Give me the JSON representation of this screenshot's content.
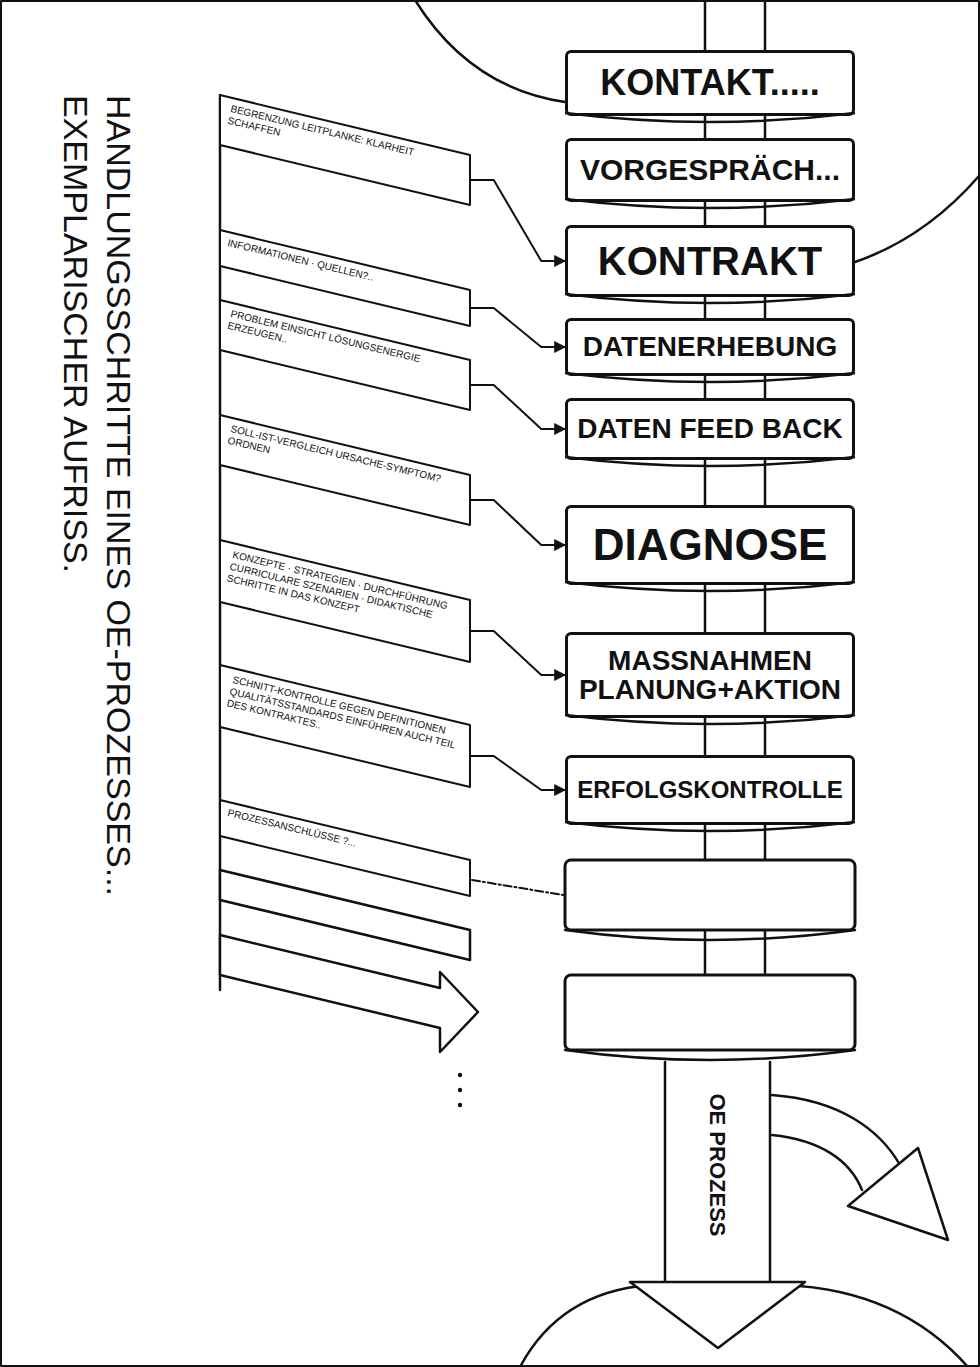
{
  "diagram": {
    "title": "HANDLUNGSSCHRITTE EINES OE-PROZESSES... EXEMPLARISCHER AUFRISS.",
    "nodes": [
      {
        "text": [
          "KONTAKT....."
        ]
      },
      {
        "text": [
          "VORGESPRÄCH..."
        ]
      },
      {
        "text": [
          "KONTRAKT"
        ]
      },
      {
        "text": [
          "DATENERHEBUNG"
        ]
      },
      {
        "text": [
          "DATEN FEED BACK"
        ]
      },
      {
        "text": [
          "DIAGNOSE"
        ]
      },
      {
        "text": [
          "MASSNAHMEN PLANUNG+AKTION"
        ]
      },
      {
        "text": [
          "ERFOLGSKONTROLLE"
        ]
      },
      {
        "text": [
          "BEGRENZUNG LEITPLANKE: KLARHEIT SCHAFFEN"
        ]
      },
      {
        "text": [
          "INFORMATIONEN · QUELLEN?.."
        ]
      },
      {
        "text": [
          "PROBLEM EINSICHT LÖSUNGSENERGIE ERZEUGEN.."
        ]
      },
      {
        "text": [
          "SOLL-IST-VERGLEICH URSACHE-SYMPTOM? ORDNEN"
        ]
      },
      {
        "text": [
          "KONZEPTE · STRATEGIEN · DURCHFÜHRUNG CURRICULARE SZENARIEN · DIDAKTISCHE SCHRITTE IN DAS KONZEPT"
        ]
      },
      {
        "text": [
          "SCHNITT-KONTROLLE GEGEN DEFINITIONEN QUALITÄTSSTANDARDS EINFÜHREN AUCH TEIL DES KONTRAKTES.."
        ]
      },
      {
        "text": [
          "PROZESSANSCHLÜSSE ?..."
        ]
      }
    ],
    "edges": [
      {
        "from": 8,
        "to": 2,
        "arrow": "to"
      },
      {
        "from": 9,
        "to": 3,
        "arrow": "to"
      },
      {
        "from": 10,
        "to": 4,
        "arrow": "to"
      },
      {
        "from": 11,
        "to": 5,
        "arrow": "to"
      },
      {
        "from": 12,
        "to": 6,
        "arrow": "to"
      },
      {
        "from": 13,
        "to": 7,
        "arrow": "to"
      }
    ],
    "labels": [
      "OE PROZESS"
    ]
  }
}
